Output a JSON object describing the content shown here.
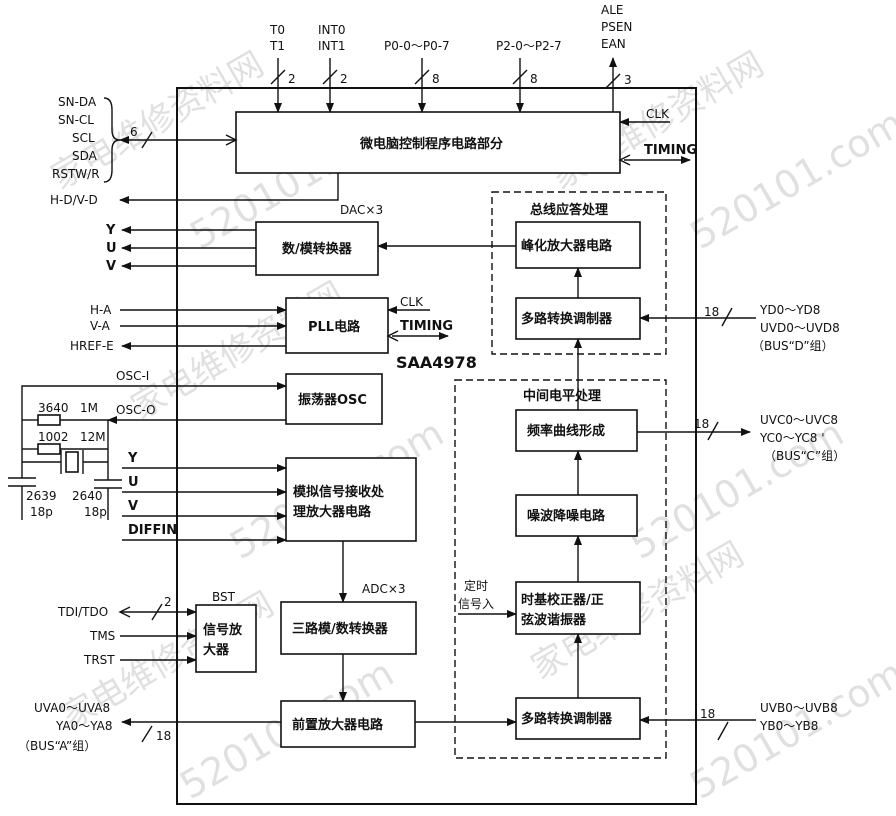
{
  "chip_name": "SAA4978",
  "watermark": {
    "chinese": "家电维修资料网",
    "url": "520101.com"
  },
  "blocks": {
    "mcu": "微电脑控制程序电路部分",
    "dac": "数/模转换器",
    "pll": "PLL电路",
    "osc": "振荡器OSC",
    "analog_line1": "模拟信号接收处",
    "analog_line2": "理放大器电路",
    "adc3": "三路模/数转换器",
    "bst_line1": "信号放",
    "bst_line2": "大器",
    "preamp": "前置放大器电路",
    "peaking": "峰化放大器电路",
    "mux_d": "多路转换调制器",
    "freq_curve": "频率曲线形成",
    "noise": "噪波降噪电路",
    "timebase_line1": "时基校正器/正",
    "timebase_line2": "弦波谐振器",
    "mux_b": "多路转换调制器"
  },
  "regions": {
    "bus_response": "总线应答处理",
    "mid_level": "中间电平处理"
  },
  "block_labels": {
    "dac_x3": "DAC×3",
    "adc_x3": "ADC×3",
    "bst": "BST"
  },
  "top_pins": {
    "t0": "T0",
    "t1": "T1",
    "int0": "INT0",
    "int1": "INT1",
    "p0": "P0-0～P0-7",
    "p2": "P2-0～P2-7",
    "ale": "ALE",
    "psen": "PSEN",
    "ean": "EAN"
  },
  "bus_counts": {
    "t": "2",
    "int": "2",
    "p0": "8",
    "p2": "8",
    "ale": "3",
    "sn": "6",
    "tdi": "2",
    "bus_a": "18",
    "bus_b": "18",
    "bus_c": "18",
    "bus_d": "18"
  },
  "left_pins": {
    "sn_da": "SN-DA",
    "sn_cl": "SN-CL",
    "scl": "SCL",
    "sda": "SDA",
    "rstw": "RSTW/R",
    "hd_vd": "H-D/V-D",
    "y_out": "Y",
    "u_out": "U",
    "v_out": "V",
    "h_a": "H-A",
    "v_a": "V-A",
    "href_e": "HREF-E",
    "osc_i": "OSC-I",
    "osc_o": "OSC-O",
    "y_in": "Y",
    "u_in": "U",
    "v_in": "V",
    "diffin": "DIFFIN",
    "tdi_tdo": "TDI/TDO",
    "tms": "TMS",
    "trst": "TRST",
    "uva": "UVA0～UVA8",
    "ya": "YA0～YA8",
    "bus_a": "（BUS“A”组）"
  },
  "components": {
    "r3640": "3640",
    "r1m": "1M",
    "r1002": "1002",
    "x12m": "12M",
    "c2639": "2639",
    "c2639_val": "18p",
    "c2640": "2640",
    "c2640_val": "18p"
  },
  "internal_labels": {
    "clk_mcu": "CLK",
    "timing_mcu": "TIMING",
    "clk_pll": "CLK",
    "timing_pll": "TIMING",
    "timing_in_line1": "定时",
    "timing_in_line2": "信号入"
  },
  "right_pins": {
    "yd": "YD0～YD8",
    "uvd": "UVD0～UVD8",
    "bus_d": "（BUS“D”组）",
    "uvc": "UVC0～UVC8",
    "yc": "YC0～YC8 '",
    "bus_c": "（BUS“C”组）",
    "uvb": "UVB0～UVB8",
    "yb": "YB0～YB8"
  }
}
